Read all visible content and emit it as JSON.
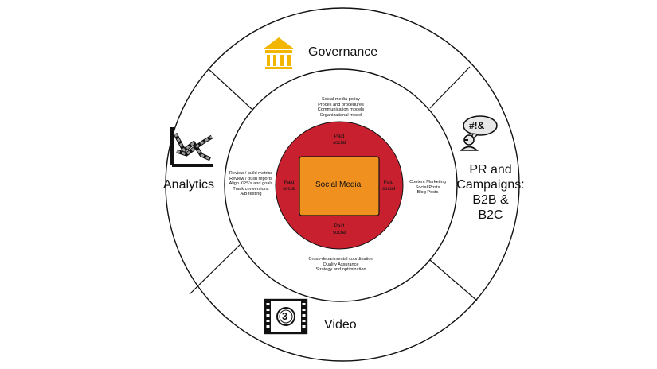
{
  "center": {
    "label": "Social Media"
  },
  "paid_labels": {
    "top": [
      "Paid",
      "social"
    ],
    "bottom": [
      "Paid",
      "social"
    ],
    "left": [
      "Paid",
      "social"
    ],
    "right": [
      "Paid",
      "social"
    ]
  },
  "inner_notes": {
    "top": [
      "Social media policy",
      "Proces and procedures",
      "Communication models",
      "Organizational model"
    ],
    "left": [
      "Review / build metrics",
      "Review / build reports",
      "Align KPS's and goals",
      "Track conversions",
      "A/B testing"
    ],
    "right": [
      "Content Marketing",
      "Social Posts",
      "Blog Posts"
    ],
    "bottom": [
      "Cross-departmental coordination",
      "Quality Assurance",
      "Strategy and optimization"
    ]
  },
  "segments": {
    "governance": "Governance",
    "analytics": "Analytics",
    "pr": [
      "PR and",
      "Campaigns:",
      "B2B &",
      "B2C"
    ],
    "video": "Video"
  },
  "icons": {
    "governance": "building-columns-icon",
    "analytics": "line-chart-icon",
    "pr": "speech-bubble-person-icon",
    "video": "film-countdown-icon",
    "pr_bubble_text": "#!&",
    "video_number": "3"
  },
  "colors": {
    "ring_stroke": "#111111",
    "red_circle": "#c8202e",
    "center_box": "#f0901e",
    "gold": "#f2b500"
  }
}
